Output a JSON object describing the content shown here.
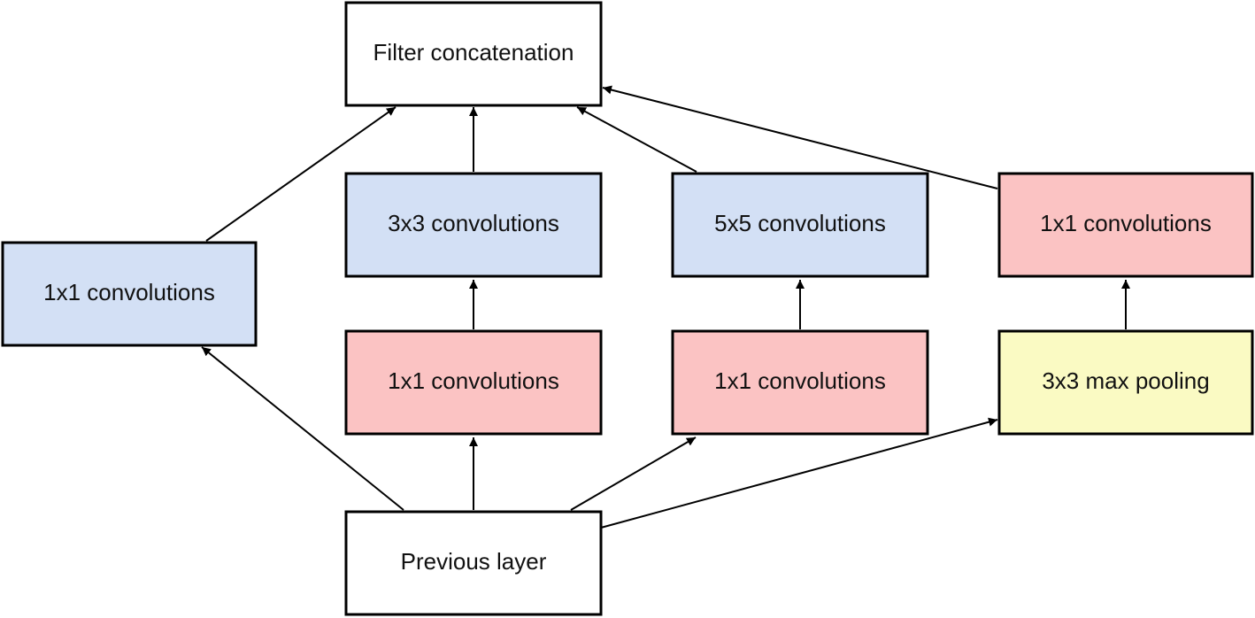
{
  "colors": {
    "white": "#ffffff",
    "blue": "#d3e0f5",
    "red": "#fbc3c3",
    "yellow": "#fafac3",
    "stroke": "#000000"
  },
  "nodes": {
    "filter_concat": {
      "label": "Filter concatenation",
      "fill": "white"
    },
    "conv3x3": {
      "label": "3x3 convolutions",
      "fill": "blue"
    },
    "conv5x5": {
      "label": "5x5 convolutions",
      "fill": "blue"
    },
    "conv1x1_pool": {
      "label": "1x1 convolutions",
      "fill": "red"
    },
    "conv1x1_left": {
      "label": "1x1 convolutions",
      "fill": "blue"
    },
    "conv1x1_a": {
      "label": "1x1 convolutions",
      "fill": "red"
    },
    "conv1x1_b": {
      "label": "1x1 convolutions",
      "fill": "red"
    },
    "maxpool": {
      "label": "3x3 max pooling",
      "fill": "yellow"
    },
    "previous": {
      "label": "Previous layer",
      "fill": "white"
    }
  },
  "edges": [
    {
      "from": "previous",
      "to": "conv1x1_left"
    },
    {
      "from": "previous",
      "to": "conv1x1_a"
    },
    {
      "from": "previous",
      "to": "conv1x1_b"
    },
    {
      "from": "previous",
      "to": "maxpool"
    },
    {
      "from": "conv1x1_a",
      "to": "conv3x3"
    },
    {
      "from": "conv1x1_b",
      "to": "conv5x5"
    },
    {
      "from": "maxpool",
      "to": "conv1x1_pool"
    },
    {
      "from": "conv1x1_left",
      "to": "filter_concat"
    },
    {
      "from": "conv3x3",
      "to": "filter_concat"
    },
    {
      "from": "conv5x5",
      "to": "filter_concat"
    },
    {
      "from": "conv1x1_pool",
      "to": "filter_concat"
    }
  ]
}
